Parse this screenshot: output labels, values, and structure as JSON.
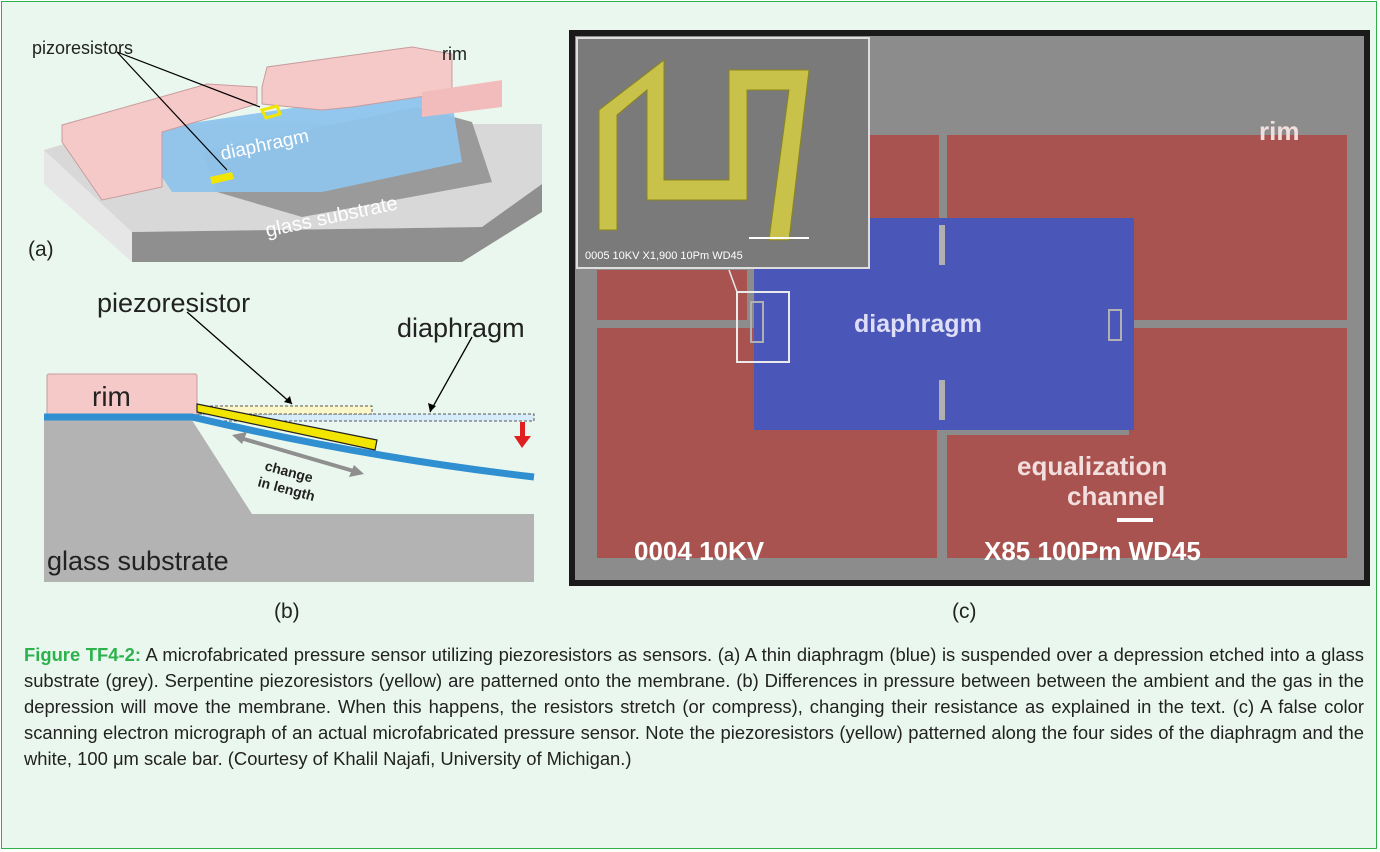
{
  "panel_a": {
    "label_pizoresistors": "pizoresistors",
    "label_rim": "rim",
    "label_diaphragm": "diaphragm",
    "label_glass_substrate": "glass substrate",
    "sublabel": "(a)"
  },
  "panel_b": {
    "label_piezoresistor": "piezoresistor",
    "label_diaphragm": "diaphragm",
    "label_rim": "rim",
    "label_change_1": "change",
    "label_change_2": "in length",
    "label_glass_substrate": "glass substrate",
    "sublabel": "(b)"
  },
  "panel_c": {
    "label_rim": "rim",
    "label_diaphragm": "diaphragm",
    "label_equalization_1": "equalization",
    "label_equalization_2": "channel",
    "footer_left": "0004   10KV",
    "footer_right": "X85 100Pm WD45",
    "inset_footer": "0005  10KV    X1,900  10Pm WD45",
    "sublabel": "(c)"
  },
  "caption": {
    "figure_label": "Figure TF4-2:",
    "text": " A microfabricated pressure sensor utilizing piezoresistors as sensors. (a) A thin diaphragm (blue) is suspended over a depression etched into a glass substrate (grey). Serpentine piezoresistors (yellow) are patterned onto the membrane. (b) Differences in pressure between between the ambient and the gas in the depression will move the membrane. When this happens, the resistors stretch (or compress), changing their resistance as explained in the text. (c) A false color scanning electron micrograph of an actual microfabricated pressure sensor. Note the piezoresistors (yellow) patterned along the four sides of the diaphragm and the white, 100 μm scale bar. (Courtesy of Khalil Najafi, University of Michigan.)"
  },
  "colors": {
    "frame": "#2bb24c",
    "background": "#eaf7ee",
    "rim": "#f6c9c9",
    "diaphragm": "#2f8fd1",
    "piezo": "#f2e600",
    "substrate": "#a9a9a9",
    "sem_rim": "#a8534f",
    "sem_diaphragm": "#4a56b8"
  }
}
